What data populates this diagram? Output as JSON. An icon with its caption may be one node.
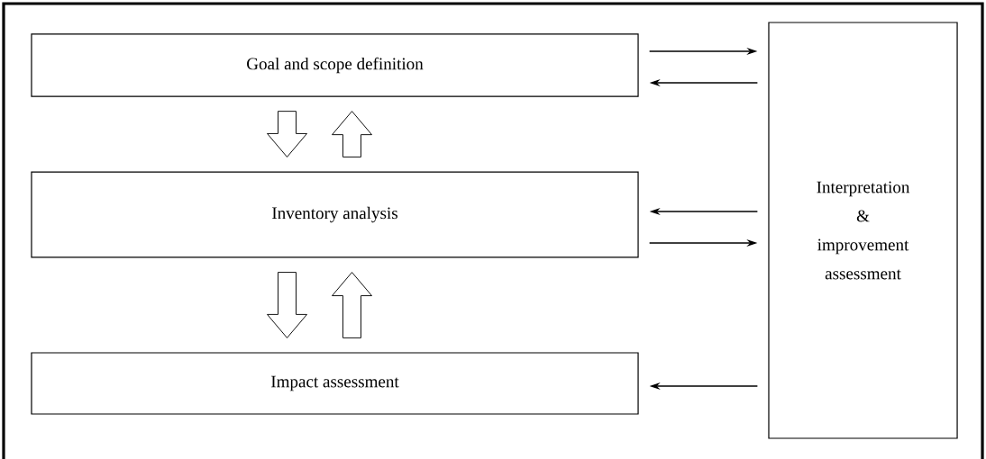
{
  "diagram": {
    "nodes": [
      {
        "text": [
          "Goal and scope definition"
        ]
      },
      {
        "text": [
          "Inventory analysis"
        ]
      },
      {
        "text": [
          "Impact assessment"
        ]
      },
      {
        "text": [
          "Interpretation & improvement assessment"
        ]
      }
    ],
    "edges": [
      {
        "from": 0,
        "to": 3,
        "arrow": "to"
      },
      {
        "from": 3,
        "to": 0,
        "arrow": "to"
      },
      {
        "from": 0,
        "to": 1,
        "arrow": "to"
      },
      {
        "from": 1,
        "to": 0,
        "arrow": "to"
      },
      {
        "from": 3,
        "to": 1,
        "arrow": "to"
      },
      {
        "from": 1,
        "to": 3,
        "arrow": "to"
      },
      {
        "from": 1,
        "to": 2,
        "arrow": "to"
      },
      {
        "from": 2,
        "to": 1,
        "arrow": "to"
      },
      {
        "from": 3,
        "to": 2,
        "arrow": "to"
      }
    ]
  }
}
